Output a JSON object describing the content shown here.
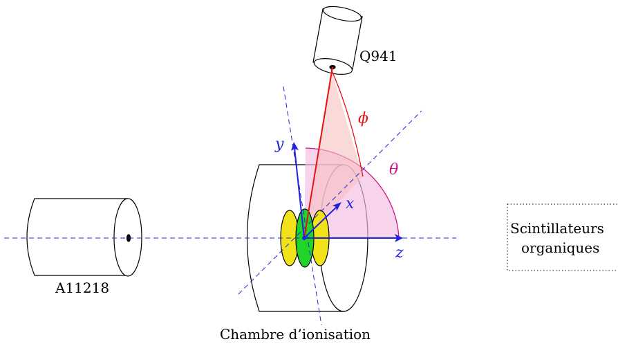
{
  "labels": {
    "q941": "Q941",
    "a11218": "A11218",
    "chamber": "Chambre d’ionisation",
    "scint_line1": "Scintillateurs",
    "scint_line2": "organiques"
  },
  "axes": {
    "x": "x",
    "y": "y",
    "z": "z",
    "phi": "ϕ",
    "theta": "θ"
  },
  "colors": {
    "axis_blue": "#2222dd",
    "phi_red": "#e81010",
    "theta_magenta": "#d0168a",
    "disk_yellow": "#f2e21a",
    "disk_green": "#22d42a"
  }
}
